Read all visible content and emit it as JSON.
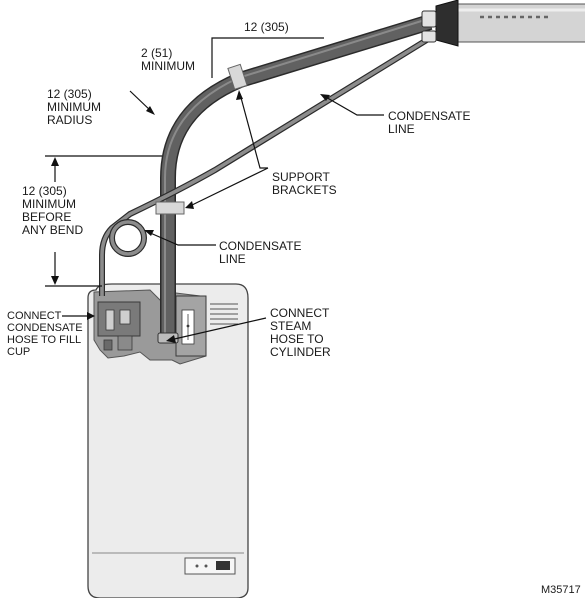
{
  "labels": {
    "dim_horizontal": "12 (305)",
    "dim_min_2": "2 (51)",
    "dim_min_2_sub": "MINIMUM",
    "dim_radius": "12 (305)",
    "dim_radius_sub1": "MINIMUM",
    "dim_radius_sub2": "RADIUS",
    "dim_vertical": "12 (305)",
    "dim_vertical_sub1": "MINIMUM",
    "dim_vertical_sub2": "BEFORE",
    "dim_vertical_sub3": "ANY BEND",
    "condensate_line_top_1": "CONDENSATE",
    "condensate_line_top_2": "LINE",
    "support_brackets_1": "SUPPORT",
    "support_brackets_2": "BRACKETS",
    "condensate_line_loop_1": "CONDENSATE",
    "condensate_line_loop_2": "LINE",
    "connect_condensate_1": "CONNECT",
    "connect_condensate_2": "CONDENSATE",
    "connect_condensate_3": "HOSE TO FILL",
    "connect_condensate_4": "CUP",
    "connect_steam_1": "CONNECT",
    "connect_steam_2": "STEAM",
    "connect_steam_3": "HOSE TO",
    "connect_steam_4": "CYLINDER",
    "figure_id": "M35717"
  },
  "colors": {
    "steam_hose": "#5f5f5f",
    "hose_outline": "#2b2b2b",
    "unit_body": "#ededed",
    "unit_internal": "#8a8a8a",
    "duct": "#d6d6d6"
  }
}
